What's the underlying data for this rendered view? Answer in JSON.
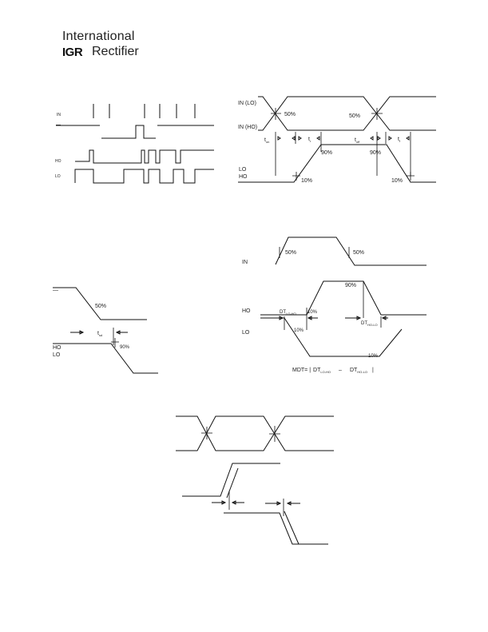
{
  "header": {
    "logo_line1": "International",
    "logo_mark": "IGR",
    "logo_line2": "Rectifier"
  },
  "fig_input_output": {
    "labels": {
      "in": "IN",
      "sd": "—",
      "ho": "HO",
      "lo": "LO"
    }
  },
  "fig_switching_time": {
    "labels": {
      "in_lo": "IN (LO)",
      "in_ho": "IN (HO)",
      "fifty_left": "50%",
      "fifty_right": "50%",
      "ton": "t",
      "ton_sub": "on",
      "tr": "t",
      "tr_sub": "r",
      "toff": "t",
      "toff_sub": "off",
      "tf": "t",
      "tf_sub": "f",
      "ninety_left": "90%",
      "ninety_right": "90%",
      "lo": "LO",
      "ho": "HO",
      "ten_left": "10%",
      "ten_right": "10%"
    }
  },
  "fig_shutdown": {
    "labels": {
      "sd": "—",
      "fifty": "50%",
      "tsd": "t",
      "tsd_sub": "sd",
      "ho": "HO",
      "lo": "LO",
      "ninety": "90%"
    }
  },
  "fig_deadtime": {
    "labels": {
      "in": "IN",
      "fifty_left": "50%",
      "fifty_right": "50%",
      "ninety": "90%",
      "ho": "HO",
      "dt_lo_ho": "DT",
      "dt_lo_ho_sub": "LO-HO",
      "ten_left": "10%",
      "lo": "LO",
      "ten_mid": "10%",
      "dt_ho_lo": "DT",
      "dt_ho_lo_sub": "HO-LO",
      "ten_bottom": "10%",
      "mdt_prefix": "MDT= |",
      "mdt_a": "DT",
      "mdt_a_sub": "LO-HO",
      "mdt_minus": "–",
      "mdt_b": "DT",
      "mdt_b_sub": "HO-LO",
      "mdt_suffix": "|"
    }
  }
}
